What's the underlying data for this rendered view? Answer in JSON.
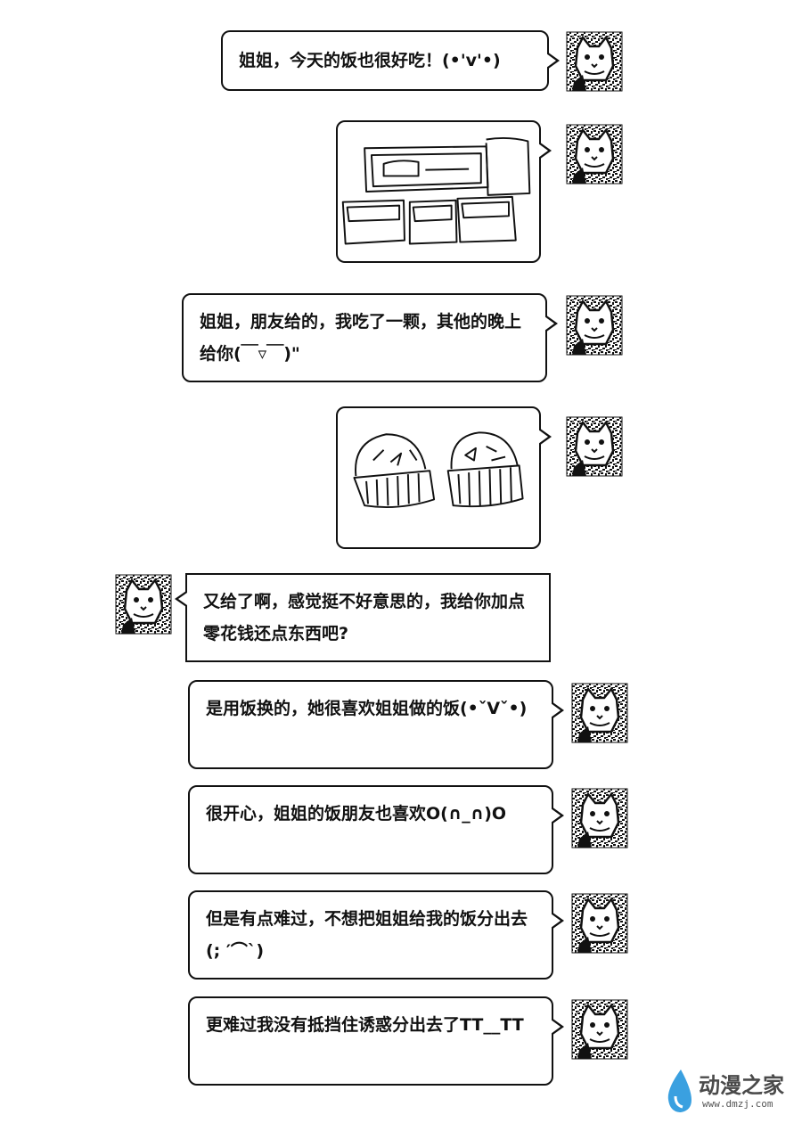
{
  "messages": [
    {
      "text": "姐姐，今天的饭也很好吃！(•'v'•)"
    },
    {
      "text": "姐姐，朋友给的，我吃了一颗，其他的晚上给你(￣▿￣)\""
    },
    {
      "text": "又给了啊，感觉挺不好意思的，我给你加点零花钱还点东西吧?"
    },
    {
      "text": "是用饭换的，她很喜欢姐姐做的饭(•ˇVˇ•)"
    },
    {
      "text": "很开心，姐姐的饭朋友也喜欢O(∩_∩)O"
    },
    {
      "text": "但是有点难过，不想把姐姐给我的饭分出去(; ′⌒`)"
    },
    {
      "text": "更难过我没有抵挡住诱惑分出去了TT__TT"
    }
  ],
  "watermark": {
    "name": "动漫之家",
    "url": "www.dmzj.com"
  }
}
